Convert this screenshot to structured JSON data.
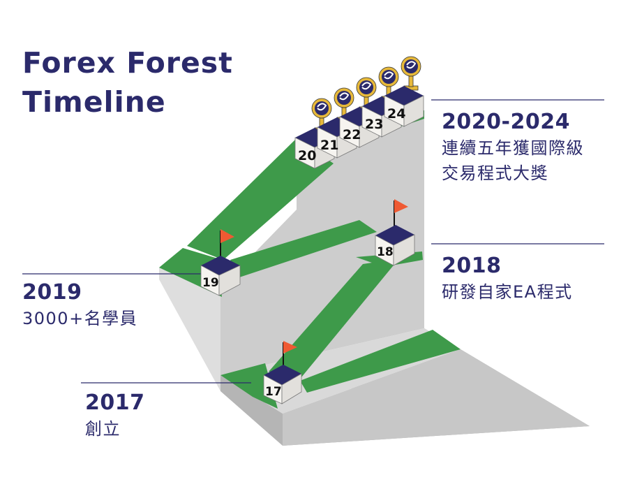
{
  "title": {
    "line1": "Forex Forest",
    "line2": "Timeline"
  },
  "milestones": {
    "m2017": {
      "year": "2017",
      "desc": "創立",
      "marker": "17"
    },
    "m2018": {
      "year": "2018",
      "desc": "研發自家EA程式",
      "marker": "18"
    },
    "m2019": {
      "year": "2019",
      "desc": "3000+名學員",
      "marker": "19"
    },
    "m2020": {
      "year": "2020-2024",
      "desc_line1": "連續五年獲國際級",
      "desc_line2": "交易程式大獎"
    }
  },
  "award_cubes": [
    "20",
    "21",
    "22",
    "23",
    "24"
  ],
  "colors": {
    "navy": "#2b2a6b",
    "green": "#3e9a4a",
    "wall": "#cdcdcd",
    "shadow": "#a9a9a9",
    "flag": "#ef5a33",
    "trophy_gold": "#e7b93a"
  }
}
